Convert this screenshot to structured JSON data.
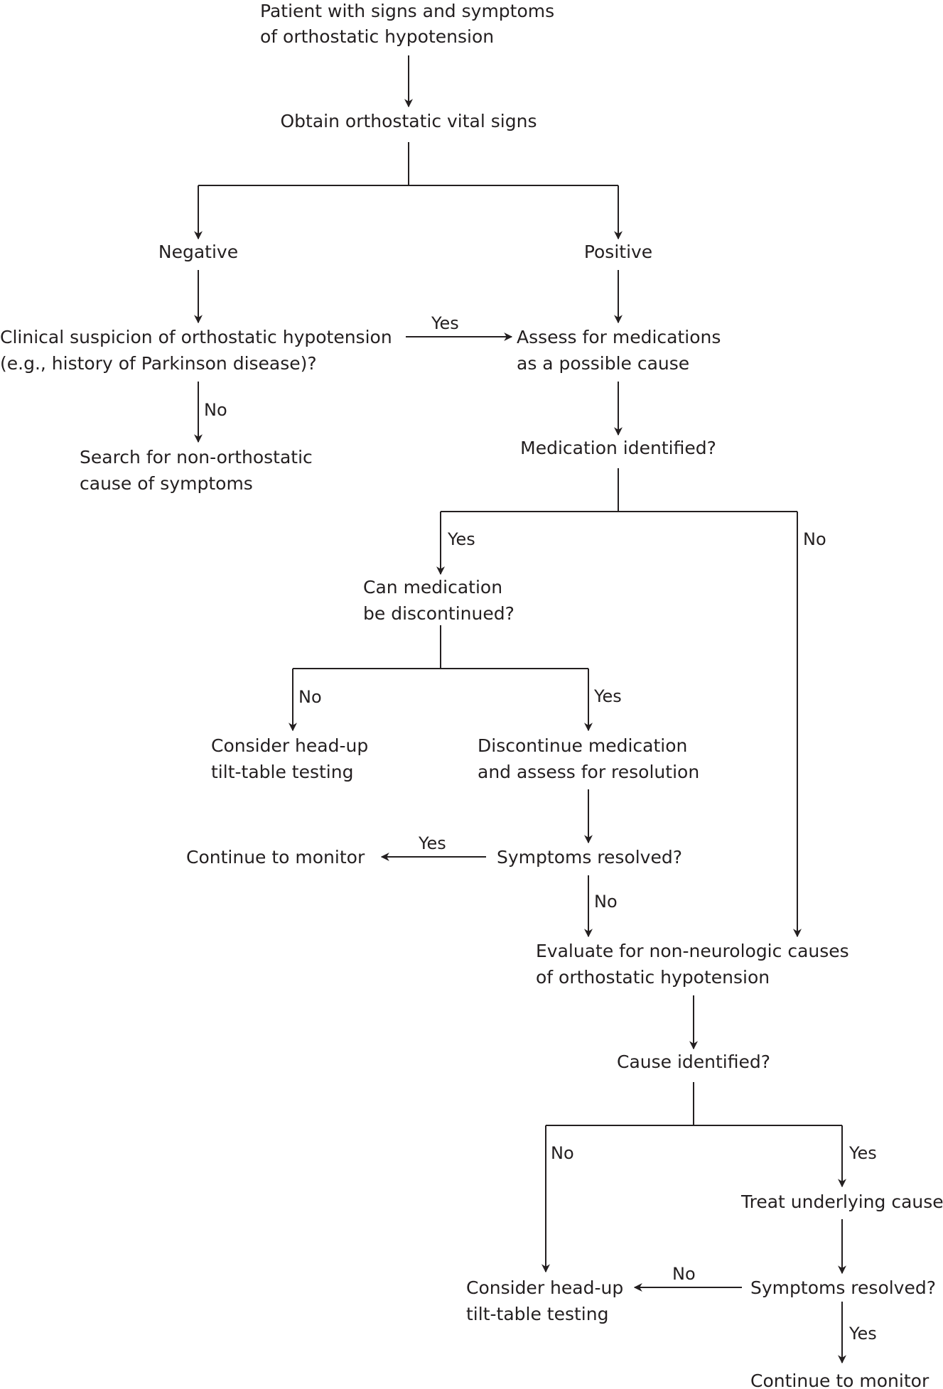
{
  "flowchart": {
    "nodes": {
      "start": [
        "Patient with signs and symptoms",
        "of orthostatic hypotension"
      ],
      "obtain": [
        "Obtain orthostatic vital signs"
      ],
      "negative": [
        "Negative"
      ],
      "positive": [
        "Positive"
      ],
      "clinical_suspicion": [
        "Clinical suspicion of orthostatic hypotension",
        "(e.g., history of Parkinson disease)?"
      ],
      "assess_medications": [
        "Assess for medications",
        "as a possible cause"
      ],
      "search_non_orthostatic": [
        "Search for non-orthostatic",
        "cause of symptoms"
      ],
      "medication_identified": [
        "Medication identified?"
      ],
      "can_discontinue": [
        "Can medication",
        "be discontinued?"
      ],
      "consider_tilt_1": [
        "Consider head-up",
        "tilt-table testing"
      ],
      "discontinue": [
        "Discontinue medication",
        "and assess for resolution"
      ],
      "continue_monitor_1": [
        "Continue to monitor"
      ],
      "symptoms_resolved_1": [
        "Symptoms resolved?"
      ],
      "evaluate_non_neuro": [
        "Evaluate for non-neurologic causes",
        "of orthostatic hypotension"
      ],
      "cause_identified": [
        "Cause identified?"
      ],
      "treat_cause": [
        "Treat underlying cause"
      ],
      "consider_tilt_2": [
        "Consider head-up",
        "tilt-table testing"
      ],
      "symptoms_resolved_2": [
        "Symptoms resolved?"
      ],
      "continue_monitor_2": [
        "Continue to monitor"
      ]
    },
    "edge_labels": {
      "clinical_yes": "Yes",
      "clinical_no": "No",
      "med_yes": "Yes",
      "med_no": "No",
      "discontinue_no": "No",
      "discontinue_yes": "Yes",
      "resolved1_yes": "Yes",
      "resolved1_no": "No",
      "cause_no": "No",
      "cause_yes": "Yes",
      "resolved2_no": "No",
      "resolved2_yes": "Yes"
    }
  }
}
